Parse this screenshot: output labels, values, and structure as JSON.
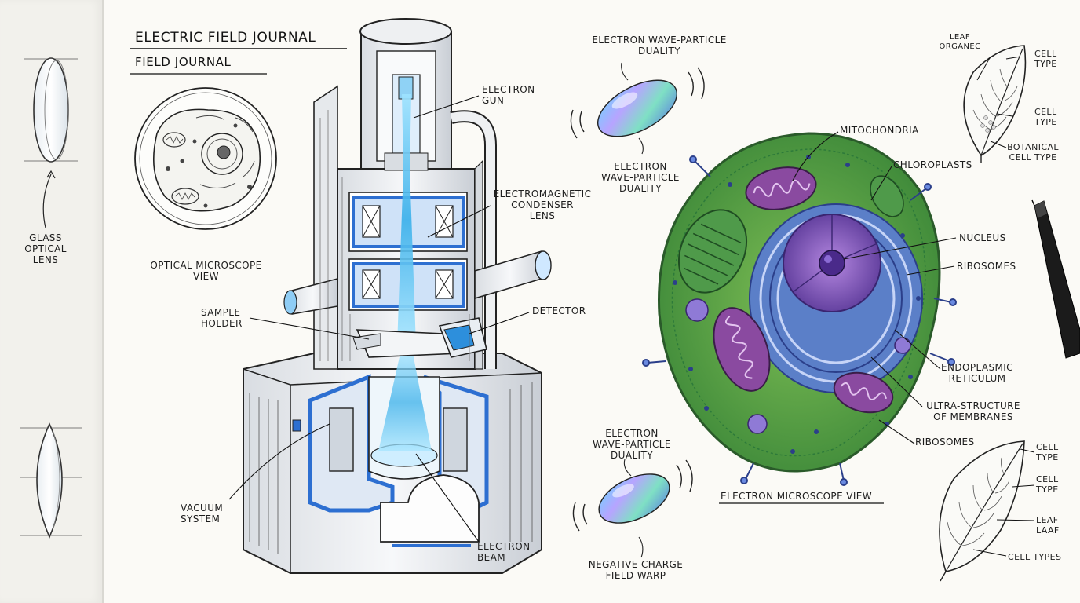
{
  "header": {
    "title": "ELECTRIC FIELD JOURNAL",
    "subtitle": "FIELD JOURNAL"
  },
  "colors": {
    "beam": "#3ab0ea",
    "cytoplasm": "#66a64a",
    "nucleus": "#7a4fb0",
    "lens_blue": "#2d6fd1",
    "ink": "#1c1c1c"
  },
  "labels": {
    "glass_lens": "GLASS\nOPTICAL\nLENS",
    "optical_view": "OPTICAL MICROSCOPE\nVIEW",
    "electron_gun": "ELECTRON\nGUN",
    "condenser_lens": "ELECTROMAGNETIC\nCONDENSER\nLENS",
    "sample_holder": "SAMPLE\nHOLDER",
    "detector": "DETECTOR",
    "vacuum_system": "VACUUM\nSYSTEM",
    "electron_beam": "ELECTRON\nBEAM",
    "duality_top": "ELECTRON WAVE-PARTICLE\nDUALITY",
    "duality_mid": "ELECTRON\nWAVE-PARTICLE\nDUALITY",
    "duality_bottom": "ELECTRON\nWAVE-PARTICLE\nDUALITY",
    "negative_charge": "NEGATIVE CHARGE\nFIELD WARP",
    "mitochondria": "MITOCHONDRIA",
    "chloroplasts": "CHLOROPLASTS",
    "nucleus": "NUCLEUS",
    "ribosomes_upper": "RIBOSOMES",
    "endoplasmic": "ENDOPLASMIC\nRETICULUM",
    "ultrastructure": "ULTRA-STRUCTURE\nOF MEMBRANES",
    "ribosomes_lower": "RIBOSOMES",
    "em_view": "ELECTRON MICROSCOPE VIEW",
    "leaf_organec": "LEAF\nORGANEC",
    "cell_type_1": "CELL\nTYPE",
    "cell_type_2": "CELL\nTYPE",
    "botanical": "BOTANICAL\nCELL TYPE",
    "cell_type_3": "CELL\nTYPE",
    "cell_type_4": "CELL\nTYPE",
    "leaf_laaf": "LEAF\nLAAF",
    "cell_types": "CELL TYPES"
  }
}
